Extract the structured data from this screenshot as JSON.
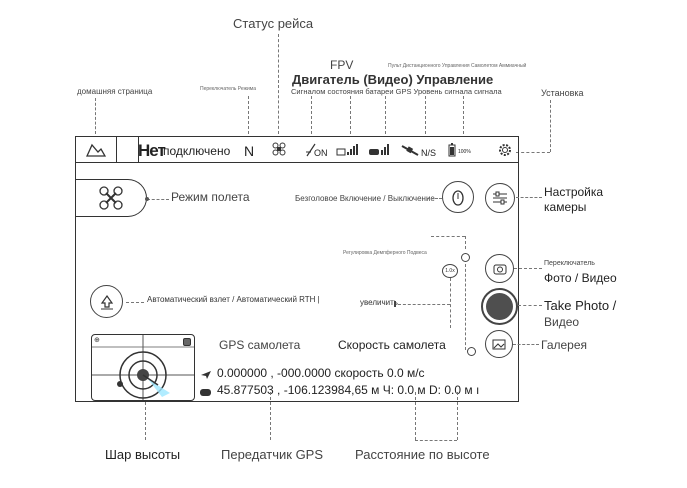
{
  "callouts": {
    "flight_status": "Статус рейса",
    "fpv": "FPV",
    "motor_control": "Двигатель (Видео) Управление",
    "signal_battery": "Сигналом состояния батареи GPS Уровень сигнала сигнала",
    "tiny_top": "Пульт Дистанционного Управления Самолетом Аммиачный",
    "home_page": "домашняя страница",
    "tiny_left": "Переключатель Режима",
    "settings": "Установка",
    "flight_mode": "Режим полета",
    "headless": "Безголовое Включение / Выключение",
    "camera_settings_l1": "Настройка",
    "camera_settings_l2": "камеры",
    "tiny_mid": "Регулировка Демпферного Подвеса",
    "switch_l1": "Переключатель",
    "switch_l2": "Фото / Видео",
    "zoom": "увеличить",
    "take_l1": "Take Photo /",
    "take_l2": "Видео",
    "auto_takeoff": "Автоматический взлет / Автоматический RTH",
    "gps_aircraft": "GPS самолета",
    "speed_aircraft": "Скорость самолета",
    "gallery": "Галерея",
    "altitude_ball": "Шар высоты",
    "gps_transmitter": "Передатчик GPS",
    "distance_altitude": "Расстояние по высоте"
  },
  "status_bar": {
    "net_label": "Нет",
    "connection": "подключено",
    "mode_letter": "N",
    "motor_state": "ON",
    "gps_state": "N/S",
    "battery_percent": "100%"
  },
  "telemetry": {
    "aircraft_coords": "0.000000 , -000.0000",
    "speed_text": "скорость 0.0 м/с",
    "transmitter_coords": "45.877503 , -106.123984,65 м",
    "h_text": "Ч: 0.0 м",
    "d_text": "D: 0.0 м"
  },
  "zoom_level": "1.0x",
  "icons": [
    "home-icon",
    "drone-status-icon",
    "motor-icon",
    "video-signal-icon",
    "rc-signal-icon",
    "gps-satellite-icon",
    "battery-icon",
    "gear-icon",
    "drone-mode-icon",
    "headless-icon",
    "camera-settings-icon",
    "photo-video-switch-icon",
    "shutter-button",
    "gallery-icon",
    "takeoff-icon",
    "minimap-settings-icon"
  ]
}
